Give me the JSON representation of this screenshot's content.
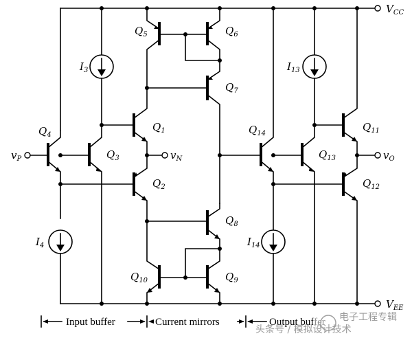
{
  "labels": {
    "vcc": {
      "main": "V",
      "sub": "CC"
    },
    "vee": {
      "main": "V",
      "sub": "EE"
    },
    "vp": {
      "main": "v",
      "sub": "P"
    },
    "vn": {
      "main": "v",
      "sub": "N"
    },
    "vo": {
      "main": "v",
      "sub": "O"
    },
    "q1": {
      "main": "Q",
      "sub": "1"
    },
    "q2": {
      "main": "Q",
      "sub": "2"
    },
    "q3": {
      "main": "Q",
      "sub": "3"
    },
    "q4": {
      "main": "Q",
      "sub": "4"
    },
    "q5": {
      "main": "Q",
      "sub": "5"
    },
    "q6": {
      "main": "Q",
      "sub": "6"
    },
    "q7": {
      "main": "Q",
      "sub": "7"
    },
    "q8": {
      "main": "Q",
      "sub": "8"
    },
    "q9": {
      "main": "Q",
      "sub": "9"
    },
    "q10": {
      "main": "Q",
      "sub": "10"
    },
    "q11": {
      "main": "Q",
      "sub": "11"
    },
    "q12": {
      "main": "Q",
      "sub": "12"
    },
    "q13": {
      "main": "Q",
      "sub": "13"
    },
    "q14": {
      "main": "Q",
      "sub": "14"
    },
    "i3": {
      "main": "I",
      "sub": "3"
    },
    "i4": {
      "main": "I",
      "sub": "4"
    },
    "i13": {
      "main": "I",
      "sub": "13"
    },
    "i14": {
      "main": "I",
      "sub": "14"
    }
  },
  "sections": {
    "input_buffer": "Input buffer",
    "current_mirrors": "Current mirrors",
    "output_buffer": "Output buffer"
  },
  "watermark": {
    "line1": "电子工程专辑",
    "line2": "头条号 / 模拟设计技术"
  }
}
